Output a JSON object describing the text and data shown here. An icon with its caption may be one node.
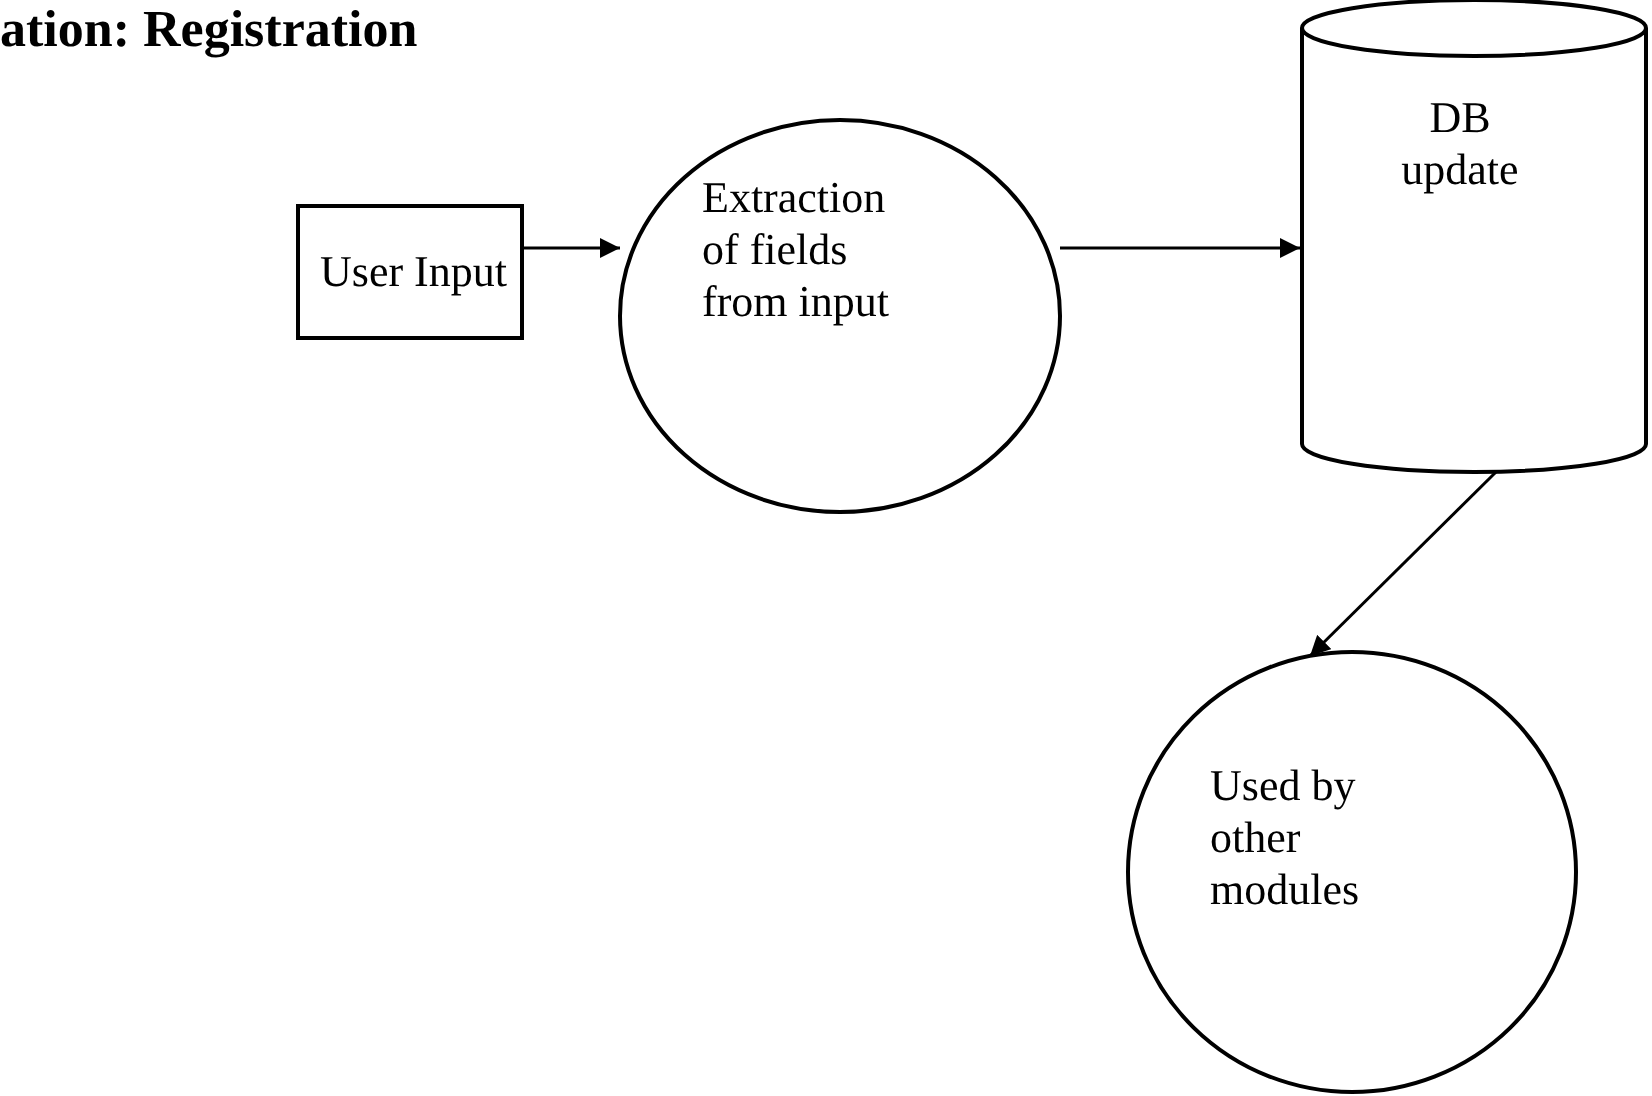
{
  "diagram": {
    "title": "ation: Registration",
    "nodes": [
      {
        "text": [
          "User Input"
        ]
      },
      {
        "text": [
          "Extraction of fields from input"
        ]
      },
      {
        "text": [
          "DB update"
        ]
      },
      {
        "text": [
          "Used by other modules"
        ]
      }
    ],
    "edges": [
      {
        "from": 0,
        "to": 1,
        "arrow": "to"
      },
      {
        "from": 1,
        "to": 2,
        "arrow": "to"
      },
      {
        "from": 2,
        "to": 3,
        "arrow": "to"
      }
    ]
  }
}
